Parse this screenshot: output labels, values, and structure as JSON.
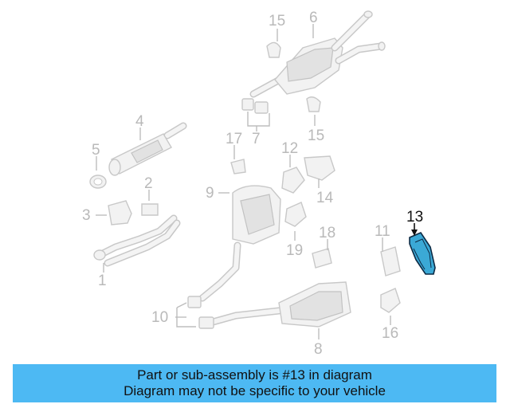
{
  "diagram": {
    "callouts": [
      "1",
      "2",
      "3",
      "4",
      "5",
      "6",
      "7",
      "8",
      "9",
      "10",
      "11",
      "12",
      "13",
      "14",
      "15",
      "15",
      "16",
      "17",
      "18",
      "19"
    ],
    "highlighted_part": "13"
  },
  "banner": {
    "line1": "Part or sub-assembly is #13 in diagram",
    "line2": "Diagram may not be specific to your vehicle"
  },
  "colors": {
    "banner_background": "#4db9f3",
    "highlight_fill": "#3ba9d6",
    "callout_text": "#b9b9b9"
  }
}
